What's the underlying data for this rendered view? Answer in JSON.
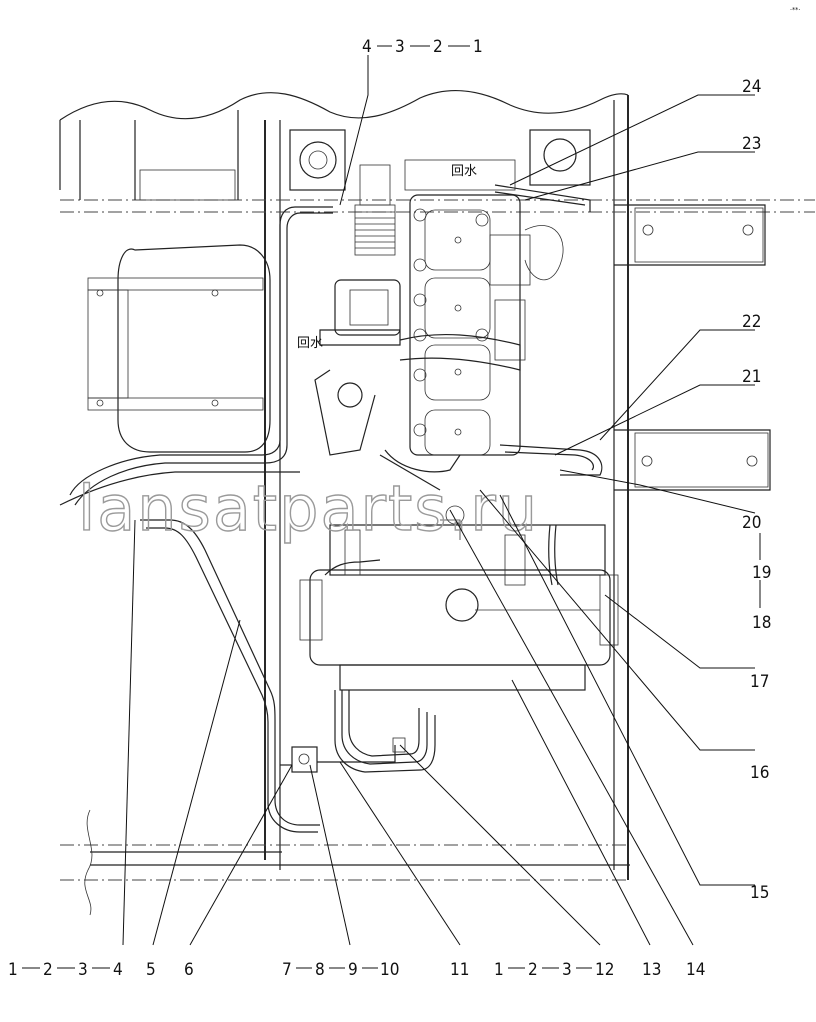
{
  "watermark": "lansatparts.ru",
  "corner_mark": "·**·",
  "chinese_labels": [
    "回水",
    "回水"
  ],
  "callouts": {
    "top_sequence": [
      "4",
      "3",
      "2",
      "1"
    ],
    "c24": "24",
    "c23": "23",
    "c22": "22",
    "c21": "21",
    "c20": "20",
    "c19": "19",
    "c18": "18",
    "c17": "17",
    "c16": "16",
    "c15": "15",
    "bottom_left_sequence": [
      "1",
      "2",
      "3",
      "4"
    ],
    "c5": "5",
    "c6": "6",
    "seq_7_10": [
      "7",
      "8",
      "9",
      "10"
    ],
    "c11": "11",
    "seq_12": [
      "1",
      "2",
      "3",
      "12"
    ],
    "c13": "13",
    "c14": "14"
  }
}
